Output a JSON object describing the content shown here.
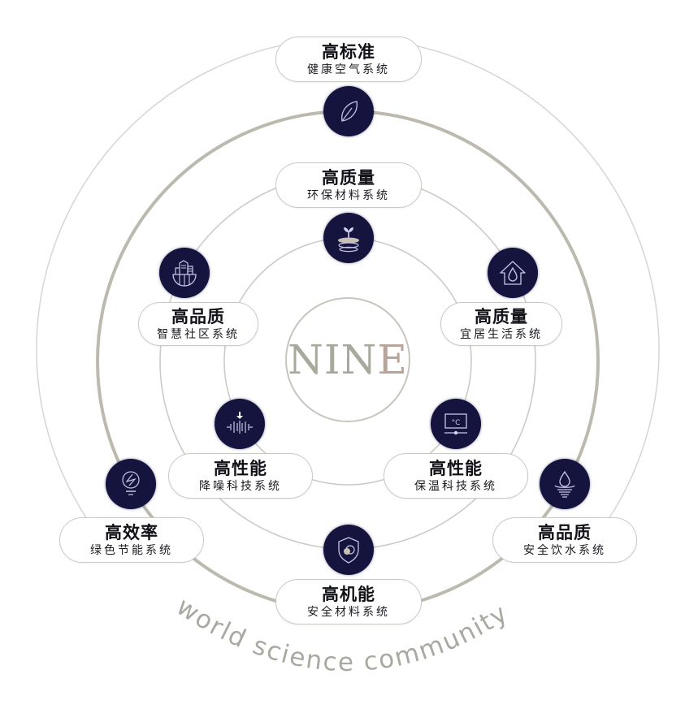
{
  "center": {
    "logo_text": "NINE",
    "logo_letters": [
      "N",
      "I",
      "N",
      "E"
    ]
  },
  "footer_arc_text": "world science community",
  "colors": {
    "node_fill": "#15143f",
    "node_line": "#c9c4e6",
    "ring_gold": "#b9b6ab",
    "ring_thin": "#cfcfca",
    "arc_text": "#a9a9a1",
    "title_text": "#111118"
  },
  "systems": [
    {
      "id": "air",
      "title": "高标准",
      "subtitle": "健康空气系统",
      "icon": "leaf-icon"
    },
    {
      "id": "materials-eco",
      "title": "高质量",
      "subtitle": "环保材料系统",
      "icon": "sprout-layers-icon"
    },
    {
      "id": "community",
      "title": "高品质",
      "subtitle": "智慧社区系统",
      "icon": "buildings-icon"
    },
    {
      "id": "living",
      "title": "高质量",
      "subtitle": "宜居生活系统",
      "icon": "house-drop-icon"
    },
    {
      "id": "noise",
      "title": "高性能",
      "subtitle": "降噪科技系统",
      "icon": "sound-wave-icon"
    },
    {
      "id": "thermal",
      "title": "高性能",
      "subtitle": "保温科技系统",
      "icon": "thermostat-icon"
    },
    {
      "id": "energy",
      "title": "高效率",
      "subtitle": "绿色节能系统",
      "icon": "bolt-bulb-icon"
    },
    {
      "id": "water",
      "title": "高品质",
      "subtitle": "安全饮水系统",
      "icon": "water-drop-icon"
    },
    {
      "id": "safety",
      "title": "高机能",
      "subtitle": "安全材料系统",
      "icon": "shield-icon"
    }
  ]
}
